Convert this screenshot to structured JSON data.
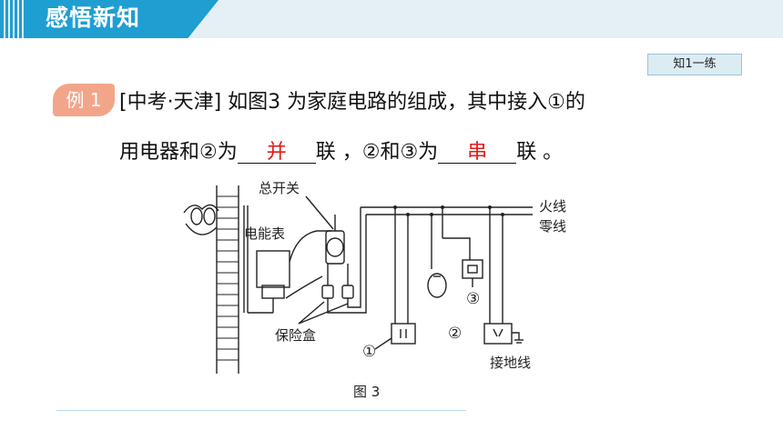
{
  "header": {
    "title": "感悟新知"
  },
  "tag": "知1一练",
  "example": {
    "badge": "例 1",
    "line1": "[中考·天津] 如图3 为家庭电路的组成，其中接入①的",
    "line2_a": "用电器和②为",
    "answer1": "并",
    "line2_b": "联 ，②和③为",
    "answer2": "串",
    "line2_c": "联 。"
  },
  "figure": {
    "main_switch": "总开关",
    "live_wire": "火线",
    "neutral_wire": "零线",
    "meter": "电能表",
    "fuse_box": "保险盒",
    "ground": "接地线",
    "mark1": "①",
    "mark2": "②",
    "mark3": "③",
    "caption": "图 3"
  },
  "colors": {
    "accent": "#1f9ed2",
    "answer": "#e21b1b",
    "badge": "#f3a58a"
  }
}
